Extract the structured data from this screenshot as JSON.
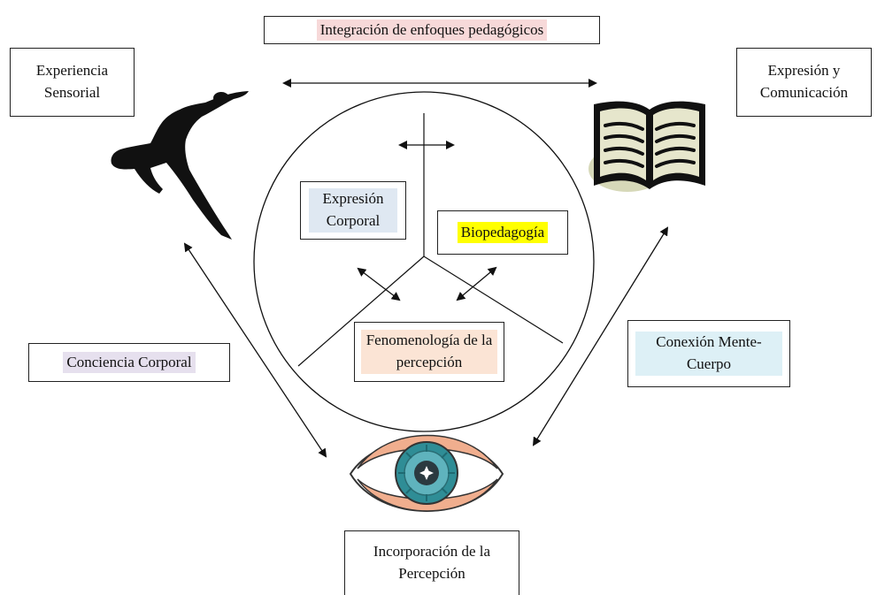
{
  "diagram": {
    "top_label": "Integración de enfoques pedagógicos",
    "experiencia_sensorial": "Experiencia Sensorial",
    "expresion_comunicacion": "Expresión y Comunicación",
    "expresion_corporal": "Expresión Corporal",
    "biopedagogia": "Biopedagogía",
    "fenomenologia": "Fenomenología de la percepción",
    "conciencia_corporal": "Conciencia Corporal",
    "conexion_mente_cuerpo": "Conexión Mente-Cuerpo",
    "incorporacion": "Incorporación de la Percepción"
  },
  "icons": {
    "dancer": "dancer-icon",
    "book": "book-icon",
    "eye": "eye-icon"
  },
  "colors": {
    "pink": "#f7d9d9",
    "blue": "#dfe8f2",
    "yellow": "#ffff00",
    "peach": "#fbe4d5",
    "lilac": "#e6e0ee",
    "cyan": "#ddf0f6",
    "eye_teal": "#2f8d96",
    "eye_peach": "#f0ae8e"
  }
}
